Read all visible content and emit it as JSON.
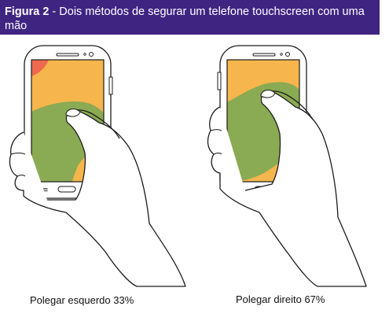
{
  "header": {
    "figure_label": "Figura 2",
    "title": " - Dois métodos de segurar um telefone touchscreen com uma mão"
  },
  "panels": [
    {
      "caption": "Polegar esquerdo 33%",
      "hand": "left"
    },
    {
      "caption": "Polegar direito 67%",
      "hand": "right"
    }
  ],
  "colors": {
    "header_bg": "#3f2482",
    "zone_easy": "#8aaa53",
    "zone_ok": "#f6b64d",
    "zone_hard": "#ee6a4f",
    "outline": "#1c1c1c"
  }
}
